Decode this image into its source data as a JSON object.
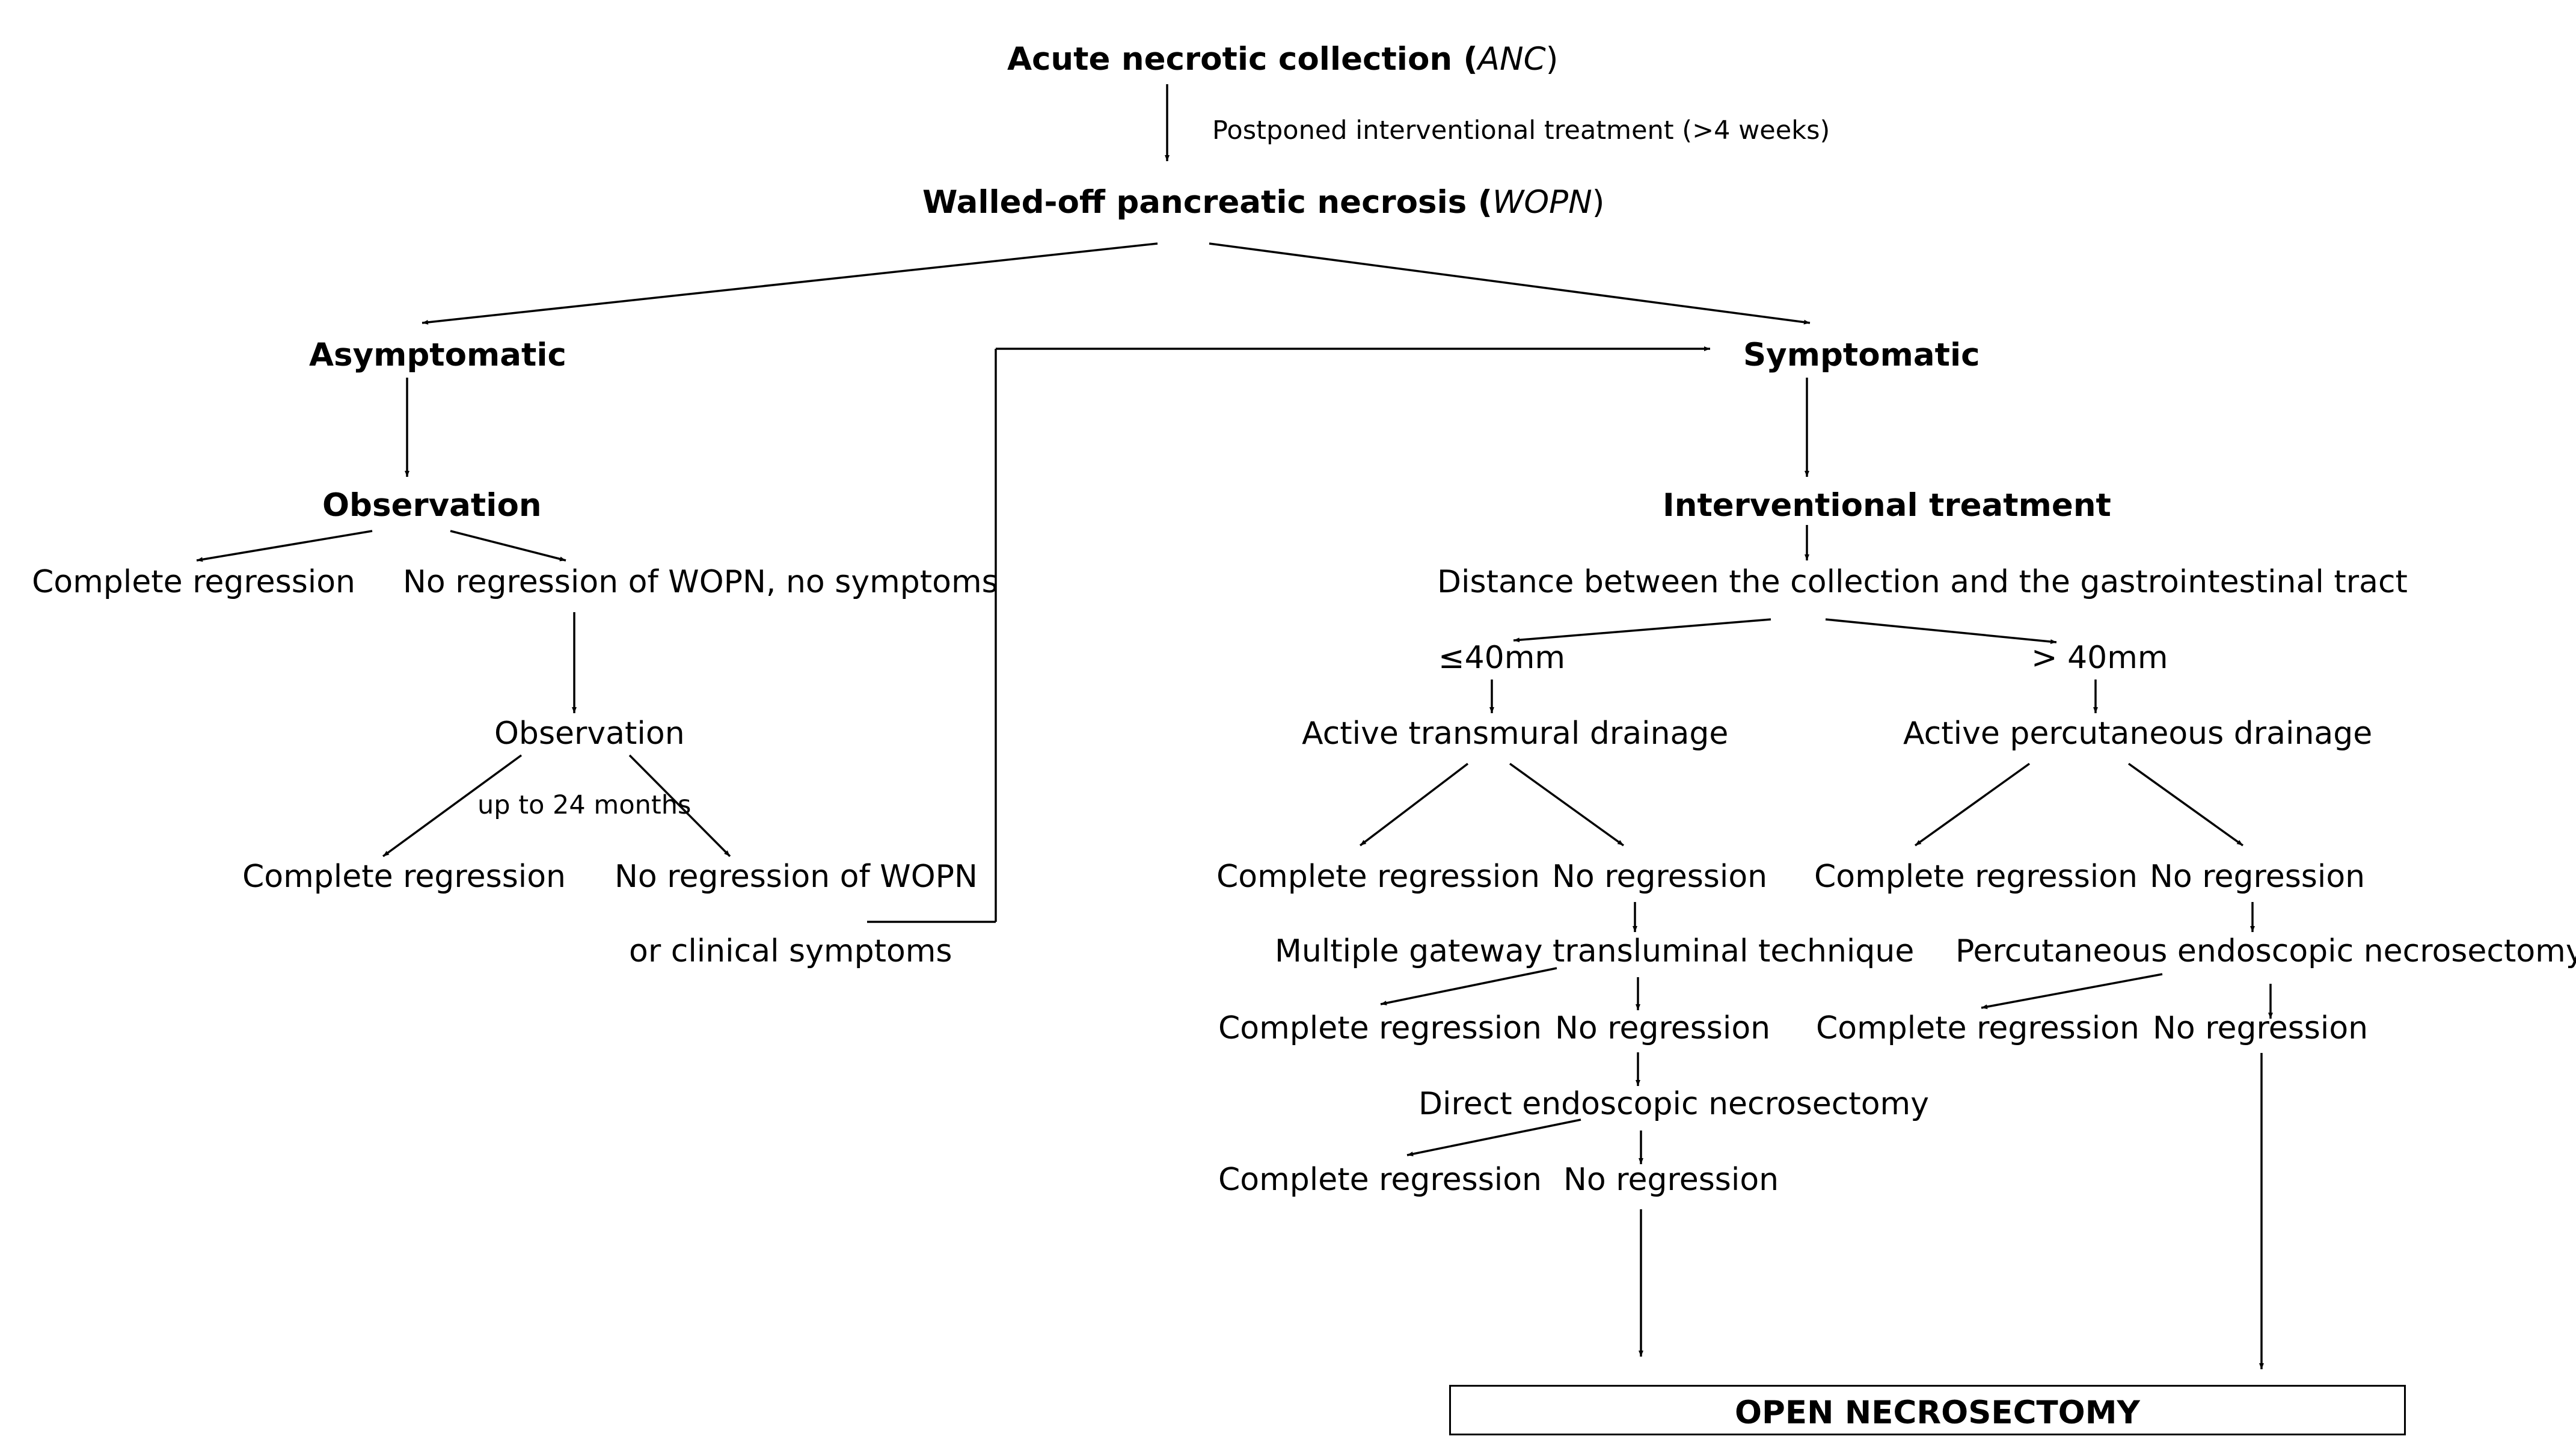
{
  "anc": {
    "text": "Acute necrotic collection (",
    "abbr": "ANC",
    "close": ")"
  },
  "postponed": "Postponed interventional treatment (>4 weeks)",
  "wopn": {
    "text": "Walled-off pancreatic necrosis (",
    "abbr": "WOPN",
    "close": ")"
  },
  "asymptomatic": "Asymptomatic",
  "symptomatic": "Symptomatic",
  "observation_1": "Observation",
  "interventional": "Interventional treatment",
  "complete_1": "Complete regression",
  "no_reg_no_symptoms": "No regression of WOPN, no symptoms",
  "distance": "Distance between the collection and the gastrointestinal tract",
  "le40": "≤40mm",
  "gt40": "> 40mm",
  "observation_2": "Observation",
  "transmural": "Active transmural drainage",
  "percutaneous": "Active percutaneous drainage",
  "up_to_24": "up to 24 months",
  "complete_2": "Complete regression",
  "no_reg_wopn": "No regression of WOPN",
  "or_clinical": "or  clinical symptoms",
  "tm_complete": "Complete regression",
  "tm_no_reg": "No regression",
  "pc_complete": "Complete regression",
  "pc_no_reg": "No regression",
  "multiple_gateway": "Multiple gateway transluminal technique",
  "pc_endoscopic": "Percutaneous endoscopic necrosectomy",
  "mg_complete": "Complete regression",
  "mg_no_reg": "No regression",
  "pen_complete": "Complete regression",
  "pen_no_reg": "No regression",
  "direct_endoscopic": "Direct endoscopic necrosectomy",
  "de_complete": "Complete regression",
  "de_no_reg": "No regression",
  "open_necrosectomy": "OPEN NECROSECTOMY"
}
